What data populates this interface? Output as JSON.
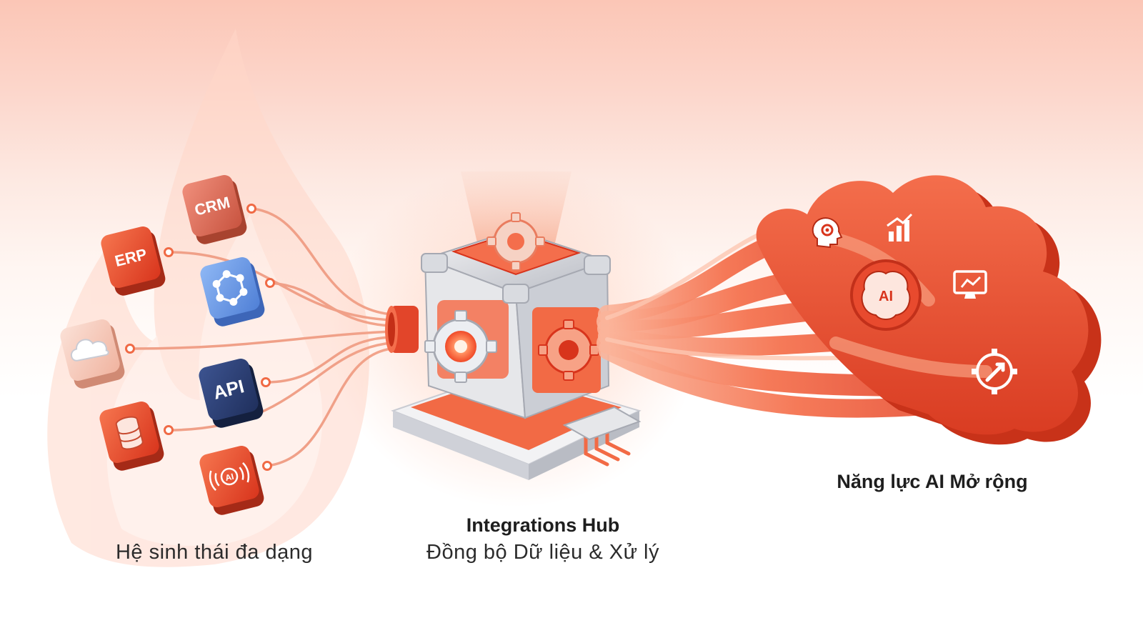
{
  "diagram": {
    "sources": [
      {
        "id": "crm",
        "label": "CRM",
        "icon": "crm-text-icon"
      },
      {
        "id": "erp",
        "label": "ERP",
        "icon": "erp-text-icon"
      },
      {
        "id": "network",
        "label": "",
        "icon": "network-nodes-icon"
      },
      {
        "id": "cloud",
        "label": "",
        "icon": "cloud-icon"
      },
      {
        "id": "api",
        "label": "API",
        "icon": "api-text-icon"
      },
      {
        "id": "database",
        "label": "",
        "icon": "database-icon"
      },
      {
        "id": "ai-signal",
        "label": "AI",
        "icon": "ai-signal-icon"
      }
    ],
    "hub": {
      "icon": "gear-cube-icon"
    },
    "ai_cloud": {
      "icons": [
        "brain-gear-icon",
        "bar-chart-icon",
        "ai-brain-icon",
        "monitor-chart-icon",
        "wrench-gear-icon"
      ],
      "ai_badge": "AI"
    },
    "colors": {
      "accent": "#f0502d",
      "accent_dark": "#d63a1e",
      "navy": "#2b3f73",
      "blue": "#5b8fe0"
    }
  },
  "captions": {
    "left": "Hệ sinh thái đa dạng",
    "hub_title": "Integrations Hub",
    "hub_subtitle": "Đồng bộ Dữ liệu & Xử lý",
    "right": "Năng lực AI Mở rộng"
  }
}
